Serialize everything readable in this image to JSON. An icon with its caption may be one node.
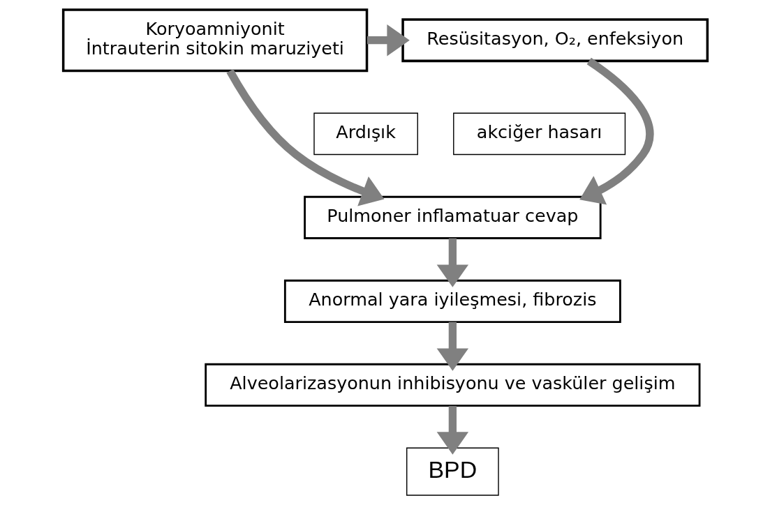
{
  "diagram": {
    "nodes": [
      {
        "text": [
          "Koryoamniyonit",
          "İntrauterin sitokin maruziyeti"
        ]
      },
      {
        "text": [
          "Resüsitasyon, O₂, enfeksiyon"
        ]
      },
      {
        "text": [
          "Ardışık"
        ]
      },
      {
        "text": [
          "akciğer hasarı"
        ]
      },
      {
        "text": [
          "Pulmoner inflamatuar cevap"
        ]
      },
      {
        "text": [
          "Anormal yara iyileşmesi, fibrozis"
        ]
      },
      {
        "text": [
          "Alveolarizasyonun inhibisyonu ve vasküler gelişim"
        ]
      },
      {
        "text": [
          "BPD"
        ]
      }
    ],
    "edges": [
      {
        "from": 0,
        "to": 1,
        "arrow": "to"
      },
      {
        "from": 0,
        "to": 4,
        "arrow": "to"
      },
      {
        "from": 1,
        "to": 4,
        "arrow": "to"
      },
      {
        "from": 4,
        "to": 5,
        "arrow": "to"
      },
      {
        "from": 5,
        "to": 6,
        "arrow": "to"
      },
      {
        "from": 6,
        "to": 7,
        "arrow": "to"
      }
    ]
  }
}
